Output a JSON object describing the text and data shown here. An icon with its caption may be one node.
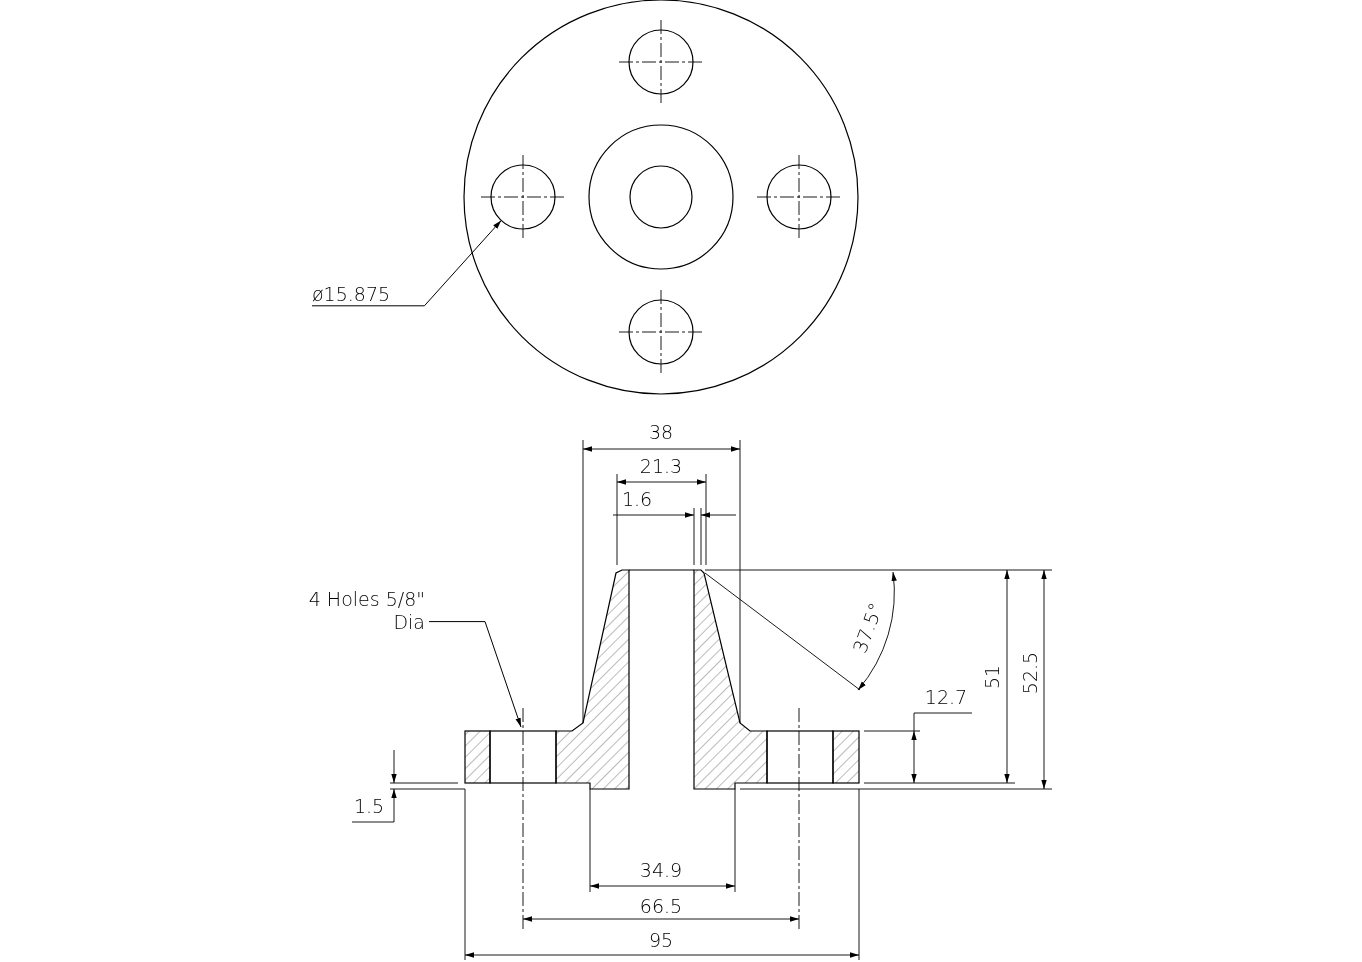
{
  "diagram": {
    "nodes": [
      {
        "text": [],
        "shape": "circle"
      },
      {
        "text": [
          "ø15.875"
        ]
      },
      {
        "text": [
          "4 Holes 5/8\" Dia"
        ]
      }
    ],
    "edges": [
      {
        "from": 1,
        "to": 0,
        "arrow": "to"
      },
      {
        "from": 2,
        "to": null,
        "arrow": "to"
      }
    ],
    "labels": [
      "38",
      "21.3",
      "1.6",
      "37.5°",
      "12.7",
      "51",
      "52.5",
      "1.5",
      "34.9",
      "66.5",
      "95"
    ]
  }
}
